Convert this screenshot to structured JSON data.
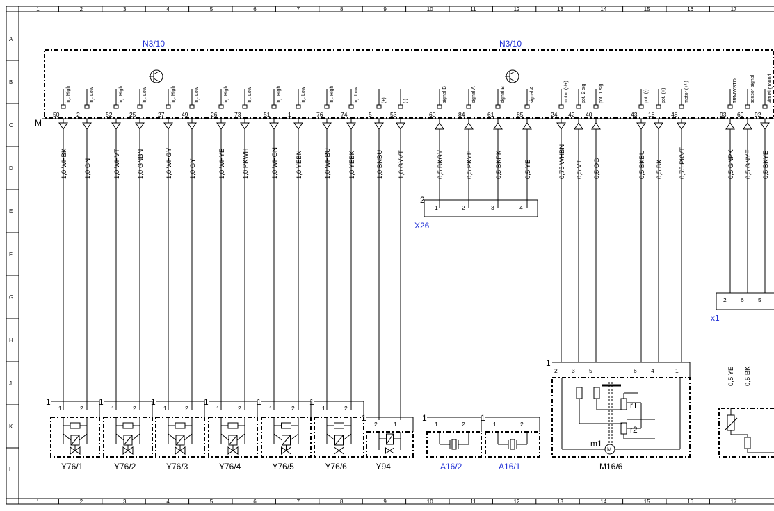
{
  "grid": {
    "columns": [
      "1",
      "2",
      "3",
      "4",
      "5",
      "6",
      "7",
      "8",
      "9",
      "10",
      "11",
      "12",
      "13",
      "14",
      "15",
      "16",
      "17"
    ],
    "rows": [
      "A",
      "B",
      "C",
      "D",
      "E",
      "F",
      "G",
      "H",
      "J",
      "K",
      "L"
    ]
  },
  "controller": {
    "label_left": "N3/10",
    "label_right": "N3/10",
    "side_label": "M"
  },
  "pins": [
    {
      "num": "50",
      "signal": "inj. High",
      "wire": "1,0 WHBK",
      "dir": "out"
    },
    {
      "num": "2",
      "signal": "inj. Low",
      "wire": "1,0 GN",
      "dir": "out"
    },
    {
      "num": "52",
      "signal": "inj. High",
      "wire": "1,0 WHVT",
      "dir": "out"
    },
    {
      "num": "25",
      "signal": "inj. Low",
      "wire": "1,0 GNBN",
      "dir": "out"
    },
    {
      "num": "27",
      "signal": "inj. High",
      "wire": "1,0 WHGY",
      "dir": "out"
    },
    {
      "num": "49",
      "signal": "inj. Low",
      "wire": "1,0 GY",
      "dir": "out"
    },
    {
      "num": "26",
      "signal": "inj. High",
      "wire": "1,0 WHYE",
      "dir": "out"
    },
    {
      "num": "73",
      "signal": "inj. Low",
      "wire": "1,0 PKWH",
      "dir": "out"
    },
    {
      "num": "51",
      "signal": "inj. High",
      "wire": "1,0 WHGN",
      "dir": "out"
    },
    {
      "num": "1",
      "signal": "inj. Low",
      "wire": "1,0 YEBN",
      "dir": "out"
    },
    {
      "num": "76",
      "signal": "inj. High",
      "wire": "1,0 WHBU",
      "dir": "out"
    },
    {
      "num": "74",
      "signal": "inj. Low",
      "wire": "1,0 YEBK",
      "dir": "out"
    },
    {
      "num": "5",
      "signal": "(+)",
      "wire": "1,0 BNBU",
      "dir": "out"
    },
    {
      "num": "53",
      "signal": "(-)",
      "wire": "1,0 GYVT",
      "dir": "out"
    },
    {
      "num": "60",
      "signal": "signal B",
      "wire": "0,5 BKGY",
      "dir": "in"
    },
    {
      "num": "84",
      "signal": "signal A",
      "wire": "0,5 PKYE",
      "dir": "in"
    },
    {
      "num": "61",
      "signal": "signal B",
      "wire": "0,5 BKPK",
      "dir": "in"
    },
    {
      "num": "85",
      "signal": "signal A",
      "wire": "0,5 YE",
      "dir": "in"
    },
    {
      "num": "24",
      "signal": "motor (-/+)",
      "wire": "0,75 WHBN",
      "dir": "out"
    },
    {
      "num": "42",
      "signal": "pot. 2 sig.",
      "wire": "0,5 VT",
      "dir": "in"
    },
    {
      "num": "40",
      "signal": "pot. 1 sig.",
      "wire": "0,5 OG",
      "dir": "in"
    },
    {
      "num": "43",
      "signal": "pot. (-)",
      "wire": "0,5 BKBU",
      "dir": "out"
    },
    {
      "num": "18",
      "signal": "pot. (+)",
      "wire": "0,5 BK",
      "dir": "out"
    },
    {
      "num": "48",
      "signal": "motor (+/-)",
      "wire": "0,75 PKVT",
      "dir": "out"
    },
    {
      "num": "93",
      "signal": "TRMWSTD",
      "wire": "0,5 GNPK",
      "dir": "in"
    },
    {
      "num": "69",
      "signal": "sensor signal",
      "wire": "0,5 GNYE",
      "dir": "in"
    },
    {
      "num": "92",
      "signal": "virtual ground",
      "wire": "0,5 BKYE",
      "dir": "out"
    }
  ],
  "connectors": {
    "x26": {
      "label": "X26",
      "num": "2",
      "pins": [
        "1",
        "2",
        "3",
        "4"
      ]
    },
    "x1": {
      "label": "x1",
      "pins": [
        "2",
        "6",
        "5"
      ],
      "wires": [
        "0,5 YE",
        "0,5 BK"
      ]
    }
  },
  "components": [
    {
      "id": "y76_1",
      "label": "Y76/1",
      "conn": "1",
      "pins": [
        "1",
        "2"
      ],
      "blue": false
    },
    {
      "id": "y76_2",
      "label": "Y76/2",
      "conn": "1",
      "pins": [
        "1",
        "2"
      ],
      "blue": false
    },
    {
      "id": "y76_3",
      "label": "Y76/3",
      "conn": "1",
      "pins": [
        "1",
        "2"
      ],
      "blue": false
    },
    {
      "id": "y76_4",
      "label": "Y76/4",
      "conn": "1",
      "pins": [
        "1",
        "2"
      ],
      "blue": false
    },
    {
      "id": "y76_5",
      "label": "Y76/5",
      "conn": "1",
      "pins": [
        "1",
        "2"
      ],
      "blue": false
    },
    {
      "id": "y76_6",
      "label": "Y76/6",
      "conn": "1",
      "pins": [
        "1",
        "2"
      ],
      "blue": false
    },
    {
      "id": "y94",
      "label": "Y94",
      "conn": "1",
      "pins": [
        "2",
        "1"
      ],
      "blue": false
    },
    {
      "id": "a16_2",
      "label": "A16/2",
      "conn": "1",
      "pins": [
        "1",
        "2"
      ],
      "blue": true
    },
    {
      "id": "a16_1",
      "label": "A16/1",
      "conn": "1",
      "pins": [
        "1",
        "2"
      ],
      "blue": true
    }
  ],
  "motor": {
    "label": "M16/6",
    "conn": "1",
    "pins": [
      "2",
      "3",
      "5",
      "6",
      "4",
      "1"
    ],
    "r1": "r1",
    "r2": "r2",
    "m1": "m1",
    "m_symbol": "M"
  },
  "colors": {
    "blue": "#1f2fd6",
    "black": "#000000"
  }
}
